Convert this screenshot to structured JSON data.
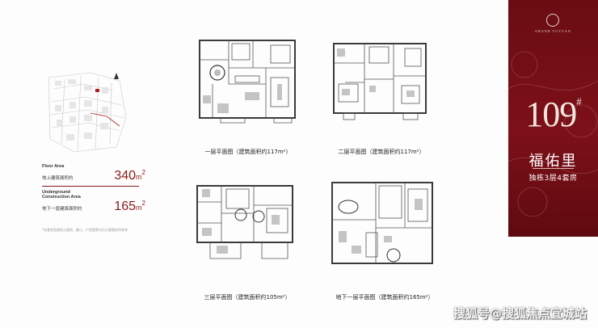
{
  "area": {
    "floor_area_en": "Floor Area",
    "floor_area_cn": "地上建筑面积约",
    "floor_area_value": "340",
    "floor_area_unit": "m",
    "underground_en_1": "Underground",
    "underground_en_2": "Construction Area",
    "underground_cn": "地下一层建筑面积约",
    "underground_value": "165",
    "underground_unit": "m",
    "superscript": "2"
  },
  "note": "*本套房型图所示面积，最小、户型图等均为示意图仅供参考",
  "plans": [
    {
      "caption": "一层平面图（建筑面积约117m²）"
    },
    {
      "caption": "二层平面图（建筑面积约117m²）"
    },
    {
      "caption": "三层平面图（建筑面积约105m²）"
    },
    {
      "caption": "地下一层平面图（建筑面积约165m²）"
    }
  ],
  "banner": {
    "logo_text": "GRAND YUYUAN",
    "number": "109",
    "number_sup": "#",
    "title": "福佑里",
    "subtitle": "独栋3层4套房",
    "color": "#6a0d13"
  },
  "watermark": "搜狐号@搜狐焦点宜城站"
}
